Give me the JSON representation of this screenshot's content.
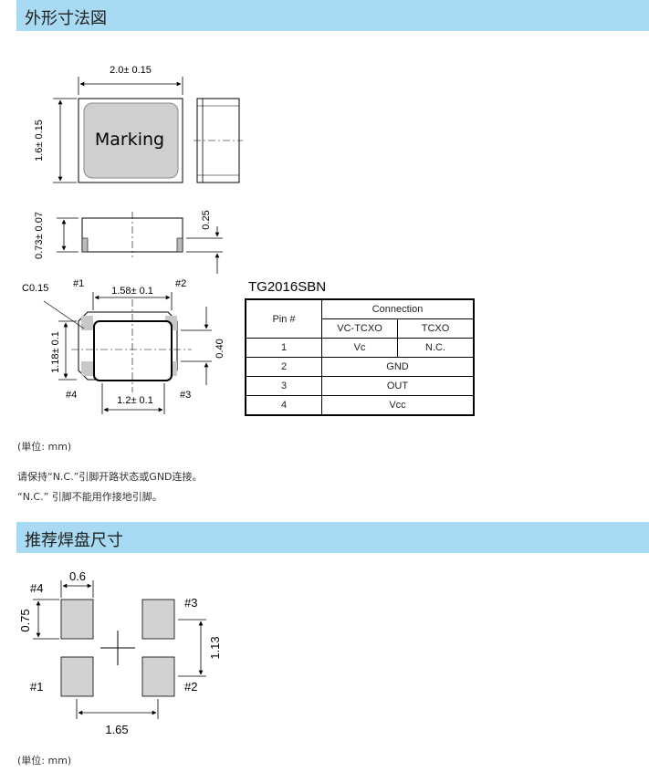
{
  "sections": {
    "dimensions_title": "外形寸法図",
    "footprint_title": "推荐焊盘尺寸"
  },
  "outline": {
    "width_label": "2.0± 0.15",
    "height_label": "1.6± 0.15",
    "marking_label": "Marking",
    "thickness_label": "0.73± 0.07",
    "terminal_thickness_label": "0.25",
    "chamfer_label": "C0.15",
    "pin1_label": "#1",
    "pin2_label": "#2",
    "pin3_label": "#3",
    "pin4_label": "#4",
    "pad_span_label": "1.58± 0.1",
    "pad_height_label": "1.18± 0.1",
    "pad_gap_label": "0.40",
    "pad_width_label": "1.2± 0.1"
  },
  "connection_table": {
    "title": "TG2016SBN",
    "header_pin": "Pin #",
    "header_connection": "Connection",
    "sub_vctcxo": "VC-TCXO",
    "sub_tcxo": "TCXO",
    "rows": [
      {
        "pin": "1",
        "vctcxo": "Vc",
        "tcxo": "N.C."
      },
      {
        "pin": "2",
        "both": "GND"
      },
      {
        "pin": "3",
        "both": "OUT"
      },
      {
        "pin": "4",
        "both": "Vcc"
      }
    ]
  },
  "notes": {
    "unit1": "(単位: mm)",
    "nc_note1": "请保持“N.C.”引脚开路状态或GND连接。",
    "nc_note2": "“N.C.” 引脚不能用作接地引脚。",
    "unit2": "(単位: mm)"
  },
  "footprint": {
    "pad_width_label": "0.6",
    "pad_height_label": "0.75",
    "pitch_y_label": "1.13",
    "pitch_x_label": "1.65",
    "pin1_label": "#1",
    "pin2_label": "#2",
    "pin3_label": "#3",
    "pin4_label": "#4"
  },
  "colors": {
    "header_bg": "#a9daf3",
    "marking_fill": "#cfcfcf",
    "pad_fill": "#d2d2d2"
  }
}
